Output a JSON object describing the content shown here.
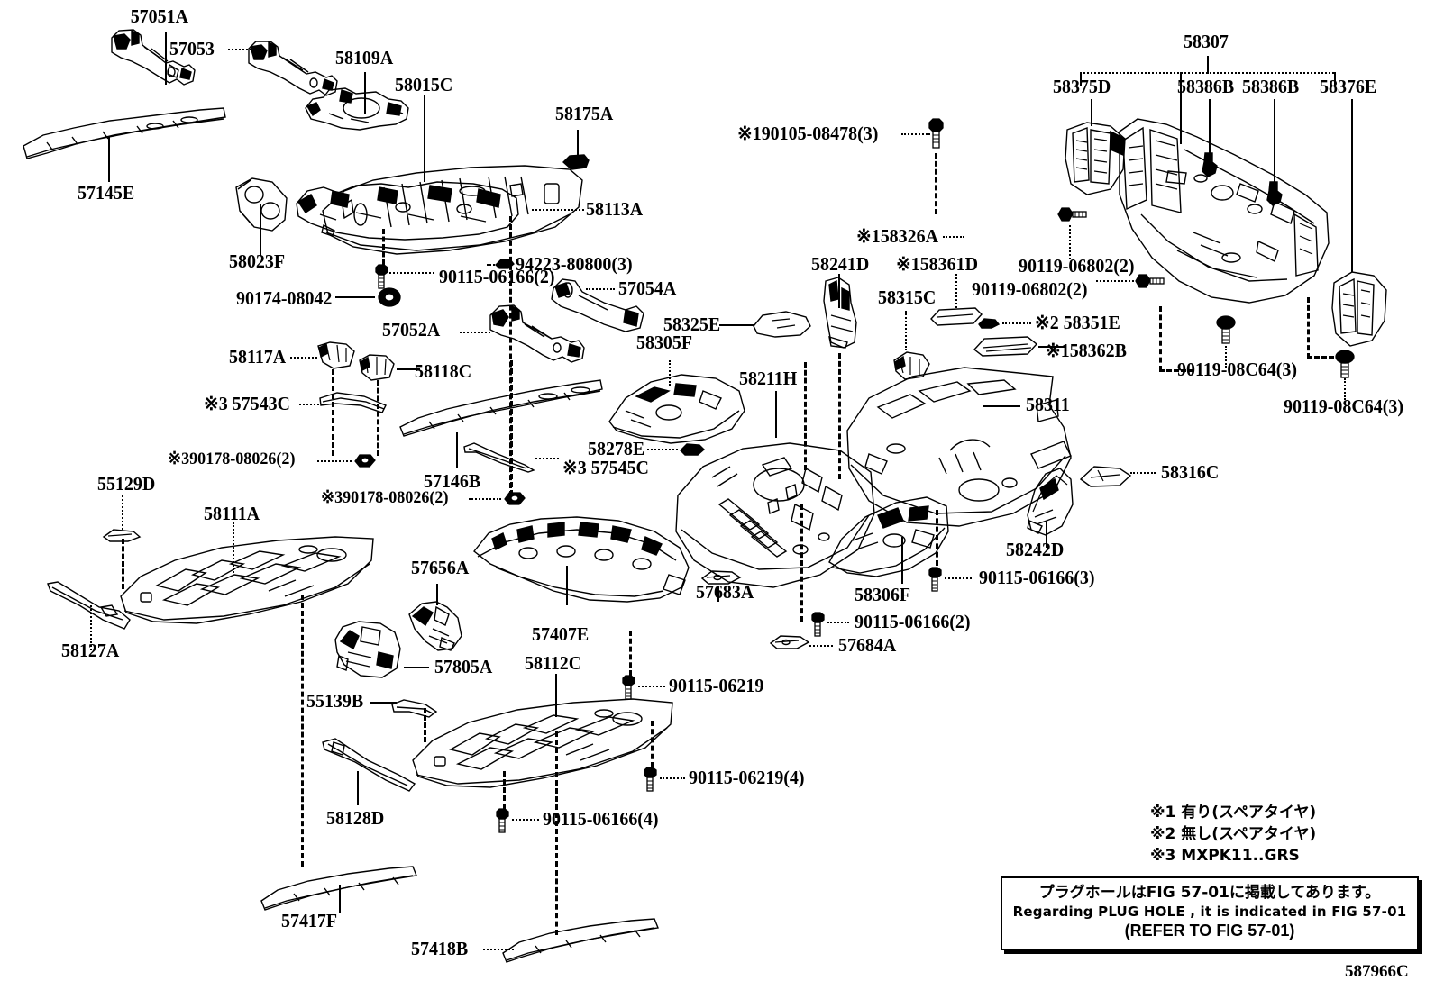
{
  "diagram": {
    "figure_code": "587966C",
    "title_note_jp": "プラグホールはFIG 57-01に掲載してあります。",
    "title_note_en": "Regarding  PLUG  HOLE , it is indicated in FIG  57-01",
    "title_note_refer": "(REFER TO FIG 57-01)",
    "footnotes": [
      "※1 有り(スペアタイヤ)",
      "※2 無し(スペアタイヤ)",
      "※3 MXPK11..GRS"
    ]
  },
  "labels": [
    {
      "id": "l01",
      "text": "57051A"
    },
    {
      "id": "l02",
      "text": "57053"
    },
    {
      "id": "l03",
      "text": "58109A"
    },
    {
      "id": "l04",
      "text": "58015C"
    },
    {
      "id": "l05",
      "text": "58175A"
    },
    {
      "id": "l06",
      "text": "57145E"
    },
    {
      "id": "l07",
      "text": "58023F"
    },
    {
      "id": "l08",
      "text": "58113A"
    },
    {
      "id": "l09",
      "text": "94223-80800(3)"
    },
    {
      "id": "l10",
      "text": "90115-06166(2)"
    },
    {
      "id": "l11",
      "text": "90174-08042"
    },
    {
      "id": "l12",
      "text": "57054A"
    },
    {
      "id": "l13",
      "text": "57052A"
    },
    {
      "id": "l14",
      "text": "58117A"
    },
    {
      "id": "l15",
      "text": "58118C"
    },
    {
      "id": "l16",
      "text": "※3 57543C"
    },
    {
      "id": "l17",
      "text": "※390178-08026(2)"
    },
    {
      "id": "l18",
      "text": "57146B"
    },
    {
      "id": "l19",
      "text": "※3 57545C"
    },
    {
      "id": "l20",
      "text": "※390178-08026(2)"
    },
    {
      "id": "l21",
      "text": "55129D"
    },
    {
      "id": "l22",
      "text": "58111A"
    },
    {
      "id": "l23",
      "text": "58127A"
    },
    {
      "id": "l24",
      "text": "57656A"
    },
    {
      "id": "l25",
      "text": "57805A"
    },
    {
      "id": "l26",
      "text": "55139B"
    },
    {
      "id": "l27",
      "text": "58128D"
    },
    {
      "id": "l28",
      "text": "57407E"
    },
    {
      "id": "l29",
      "text": "58112C"
    },
    {
      "id": "l30",
      "text": "90115-06219"
    },
    {
      "id": "l31",
      "text": "90115-06219(4)"
    },
    {
      "id": "l32",
      "text": "90115-06166(4)"
    },
    {
      "id": "l33",
      "text": "57417F"
    },
    {
      "id": "l34",
      "text": "57418B"
    },
    {
      "id": "l35",
      "text": "58305F"
    },
    {
      "id": "l36",
      "text": "58325E"
    },
    {
      "id": "l37",
      "text": "58211H"
    },
    {
      "id": "l38",
      "text": "58278E"
    },
    {
      "id": "l39",
      "text": "57683A"
    },
    {
      "id": "l40",
      "text": "57684A"
    },
    {
      "id": "l41",
      "text": "90115-06166(2)"
    },
    {
      "id": "l42",
      "text": "58306F"
    },
    {
      "id": "l43",
      "text": "90115-06166(3)"
    },
    {
      "id": "l44",
      "text": "※190105-08478(3)"
    },
    {
      "id": "l45",
      "text": "※158326A"
    },
    {
      "id": "l46",
      "text": "58241D"
    },
    {
      "id": "l47",
      "text": "※158361D"
    },
    {
      "id": "l48",
      "text": "58315C"
    },
    {
      "id": "l49",
      "text": "※2 58351E"
    },
    {
      "id": "l50",
      "text": "※158362B"
    },
    {
      "id": "l51",
      "text": "58311"
    },
    {
      "id": "l52",
      "text": "58316C"
    },
    {
      "id": "l53",
      "text": "58242D"
    },
    {
      "id": "l54",
      "text": "58307"
    },
    {
      "id": "l55",
      "text": "58375D"
    },
    {
      "id": "l56",
      "text": "58386B"
    },
    {
      "id": "l57",
      "text": "58386B"
    },
    {
      "id": "l58",
      "text": "58376E"
    },
    {
      "id": "l59",
      "text": "90119-06802(2)"
    },
    {
      "id": "l60",
      "text": "90119-06802(2)"
    },
    {
      "id": "l61",
      "text": "90119-08C64(3)"
    },
    {
      "id": "l62",
      "text": "90119-08C64(3)"
    }
  ]
}
